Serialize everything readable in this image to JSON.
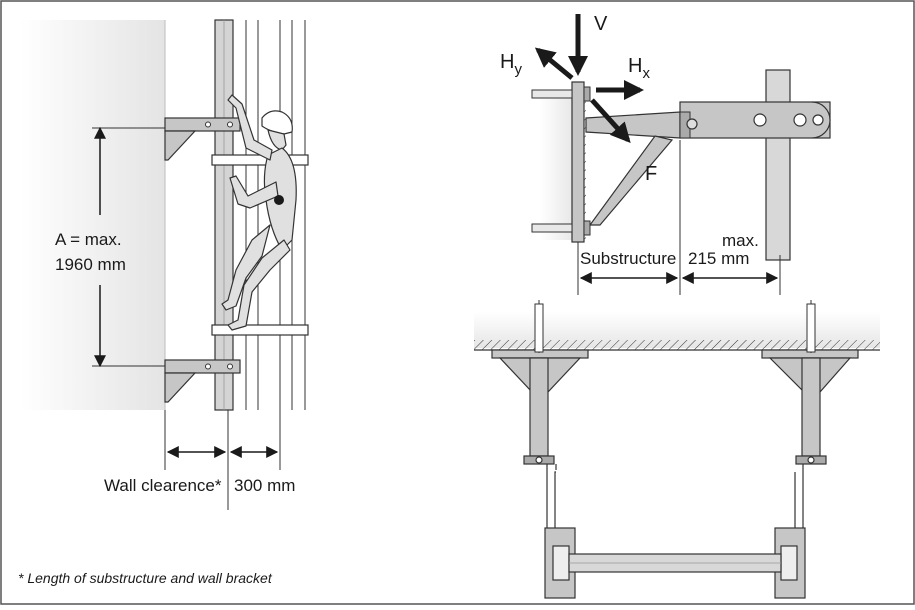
{
  "labels": {
    "dim_a_line1": "A = max.",
    "dim_a_line2": "1960 mm",
    "wall_clearance": "Wall clearence*",
    "dim_300": "300 mm",
    "force_v": "V",
    "force_hy_base": "H",
    "force_hy_sub": "y",
    "force_hx_base": "H",
    "force_hx_sub": "x",
    "force_f": "F",
    "substructure": "Substructure",
    "max_line1": "max.",
    "max_line2": "215 mm",
    "footnote": "* Length of substructure and wall bracket"
  },
  "colors": {
    "steel": "#c2c2c2",
    "steel_dark": "#8f8f8f",
    "wall": "#eeeeee",
    "ink": "#1a1a1a"
  }
}
